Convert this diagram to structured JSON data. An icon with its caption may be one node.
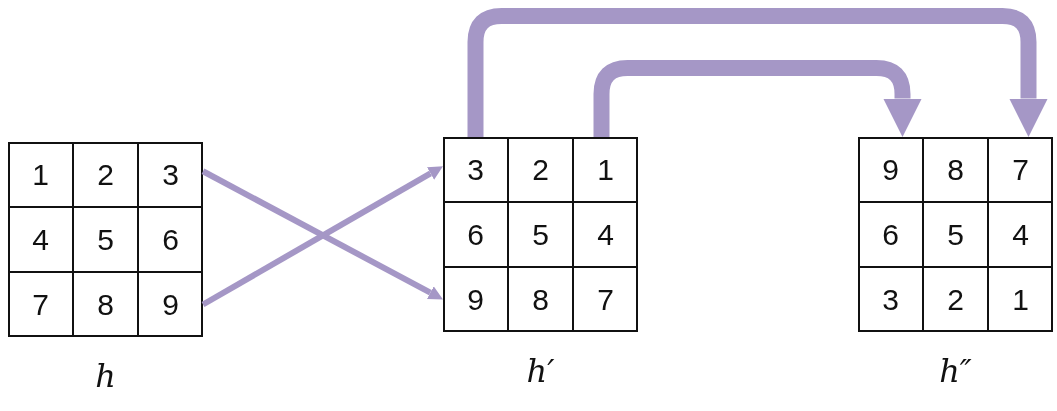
{
  "diagram": {
    "nodes": [
      {
        "text": [],
        "shape": "box",
        "beside": [
          "h"
        ]
      },
      {
        "text": [
          "1"
        ],
        "in": 0
      },
      {
        "text": [
          "2"
        ],
        "in": 0
      },
      {
        "text": [
          "3"
        ],
        "in": 0
      },
      {
        "text": [
          "4"
        ],
        "in": 0
      },
      {
        "text": [
          "5"
        ],
        "in": 0
      },
      {
        "text": [
          "6"
        ],
        "in": 0
      },
      {
        "text": [
          "7"
        ],
        "in": 0
      },
      {
        "text": [
          "8"
        ],
        "in": 0
      },
      {
        "text": [
          "9"
        ],
        "in": 0
      },
      {
        "text": [],
        "shape": "box",
        "beside": [
          "h′"
        ]
      },
      {
        "text": [
          "3"
        ],
        "in": 10
      },
      {
        "text": [
          "2"
        ],
        "in": 10
      },
      {
        "text": [
          "1"
        ],
        "in": 10
      },
      {
        "text": [
          "6"
        ],
        "in": 10
      },
      {
        "text": [
          "5"
        ],
        "in": 10
      },
      {
        "text": [
          "4"
        ],
        "in": 10
      },
      {
        "text": [
          "9"
        ],
        "in": 10
      },
      {
        "text": [
          "8"
        ],
        "in": 10
      },
      {
        "text": [
          "7"
        ],
        "in": 10
      },
      {
        "text": [],
        "shape": "box",
        "beside": [
          "h″"
        ]
      },
      {
        "text": [
          "9"
        ],
        "in": 20
      },
      {
        "text": [
          "8"
        ],
        "in": 20
      },
      {
        "text": [
          "7"
        ],
        "in": 20
      },
      {
        "text": [
          "6"
        ],
        "in": 20
      },
      {
        "text": [
          "5"
        ],
        "in": 20
      },
      {
        "text": [
          "4"
        ],
        "in": 20
      },
      {
        "text": [
          "3"
        ],
        "in": 20
      },
      {
        "text": [
          "2"
        ],
        "in": 20
      },
      {
        "text": [
          "1"
        ],
        "in": 20
      }
    ],
    "edges": [
      {
        "from": 3,
        "to": 17,
        "arrow": "to"
      },
      {
        "from": 9,
        "to": 11,
        "arrow": "to"
      },
      {
        "from": 11,
        "to": 23,
        "arrow": "to",
        "style": "thick"
      },
      {
        "from": 13,
        "to": 21,
        "arrow": "to",
        "style": "thick"
      }
    ]
  }
}
